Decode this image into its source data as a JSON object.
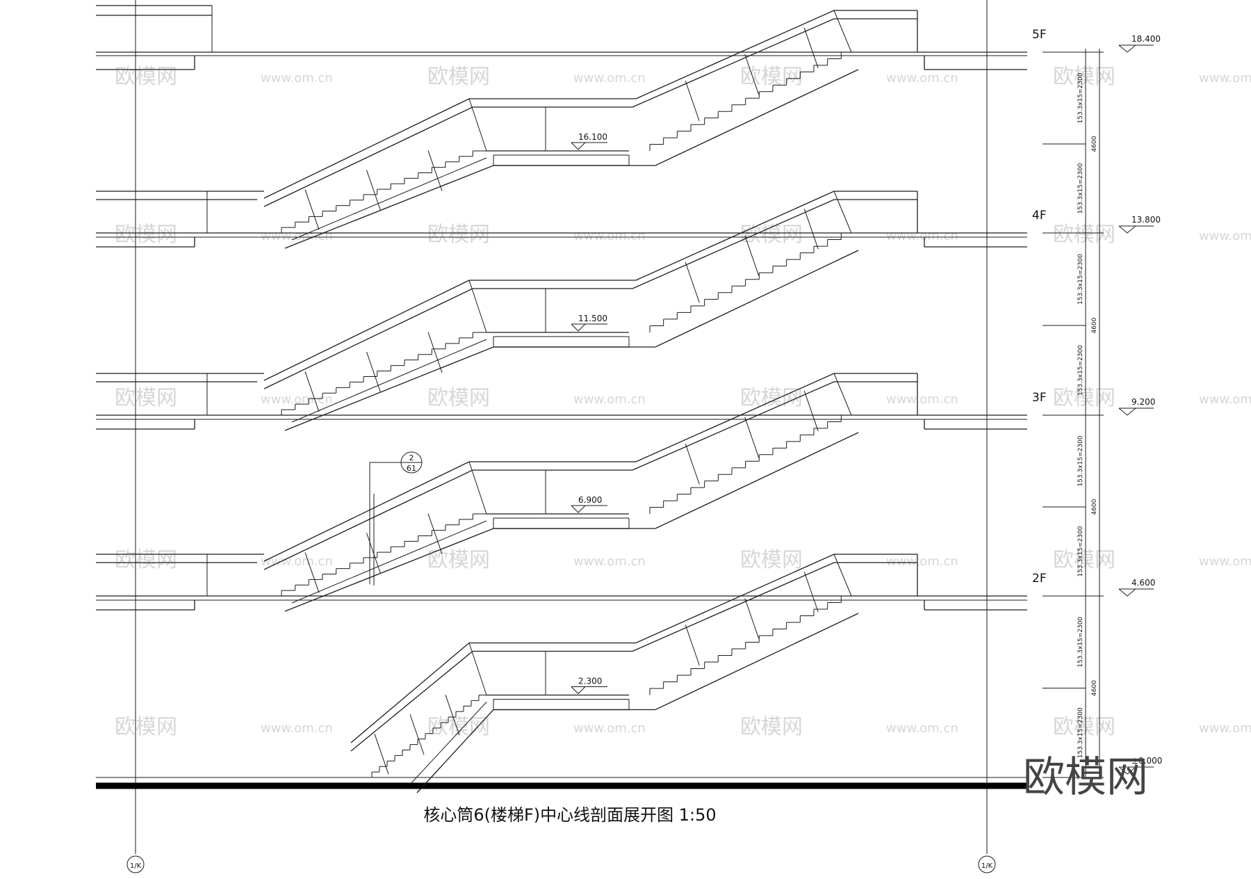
{
  "drawing": {
    "title": "核心筒6(楼梯F)中心线剖面展开图 1:50",
    "floor_labels": [
      "5F",
      "4F",
      "3F",
      "2F"
    ],
    "floor_elevations": [
      "18.400",
      "13.800",
      "9.200",
      "4.600",
      "±0.000"
    ],
    "landing_elevations": [
      "16.100",
      "11.500",
      "6.900",
      "2.300"
    ],
    "flight_dimension": "153.3x15=2300",
    "storey_dimension": "4600",
    "detail_callout": {
      "number": "2",
      "sheet": "61"
    },
    "grid_bubbles": [
      "1/K",
      "1/K"
    ],
    "watermark_text": "欧模网",
    "watermark_url": "www.om.cn",
    "brand_mark": "欧模网"
  }
}
